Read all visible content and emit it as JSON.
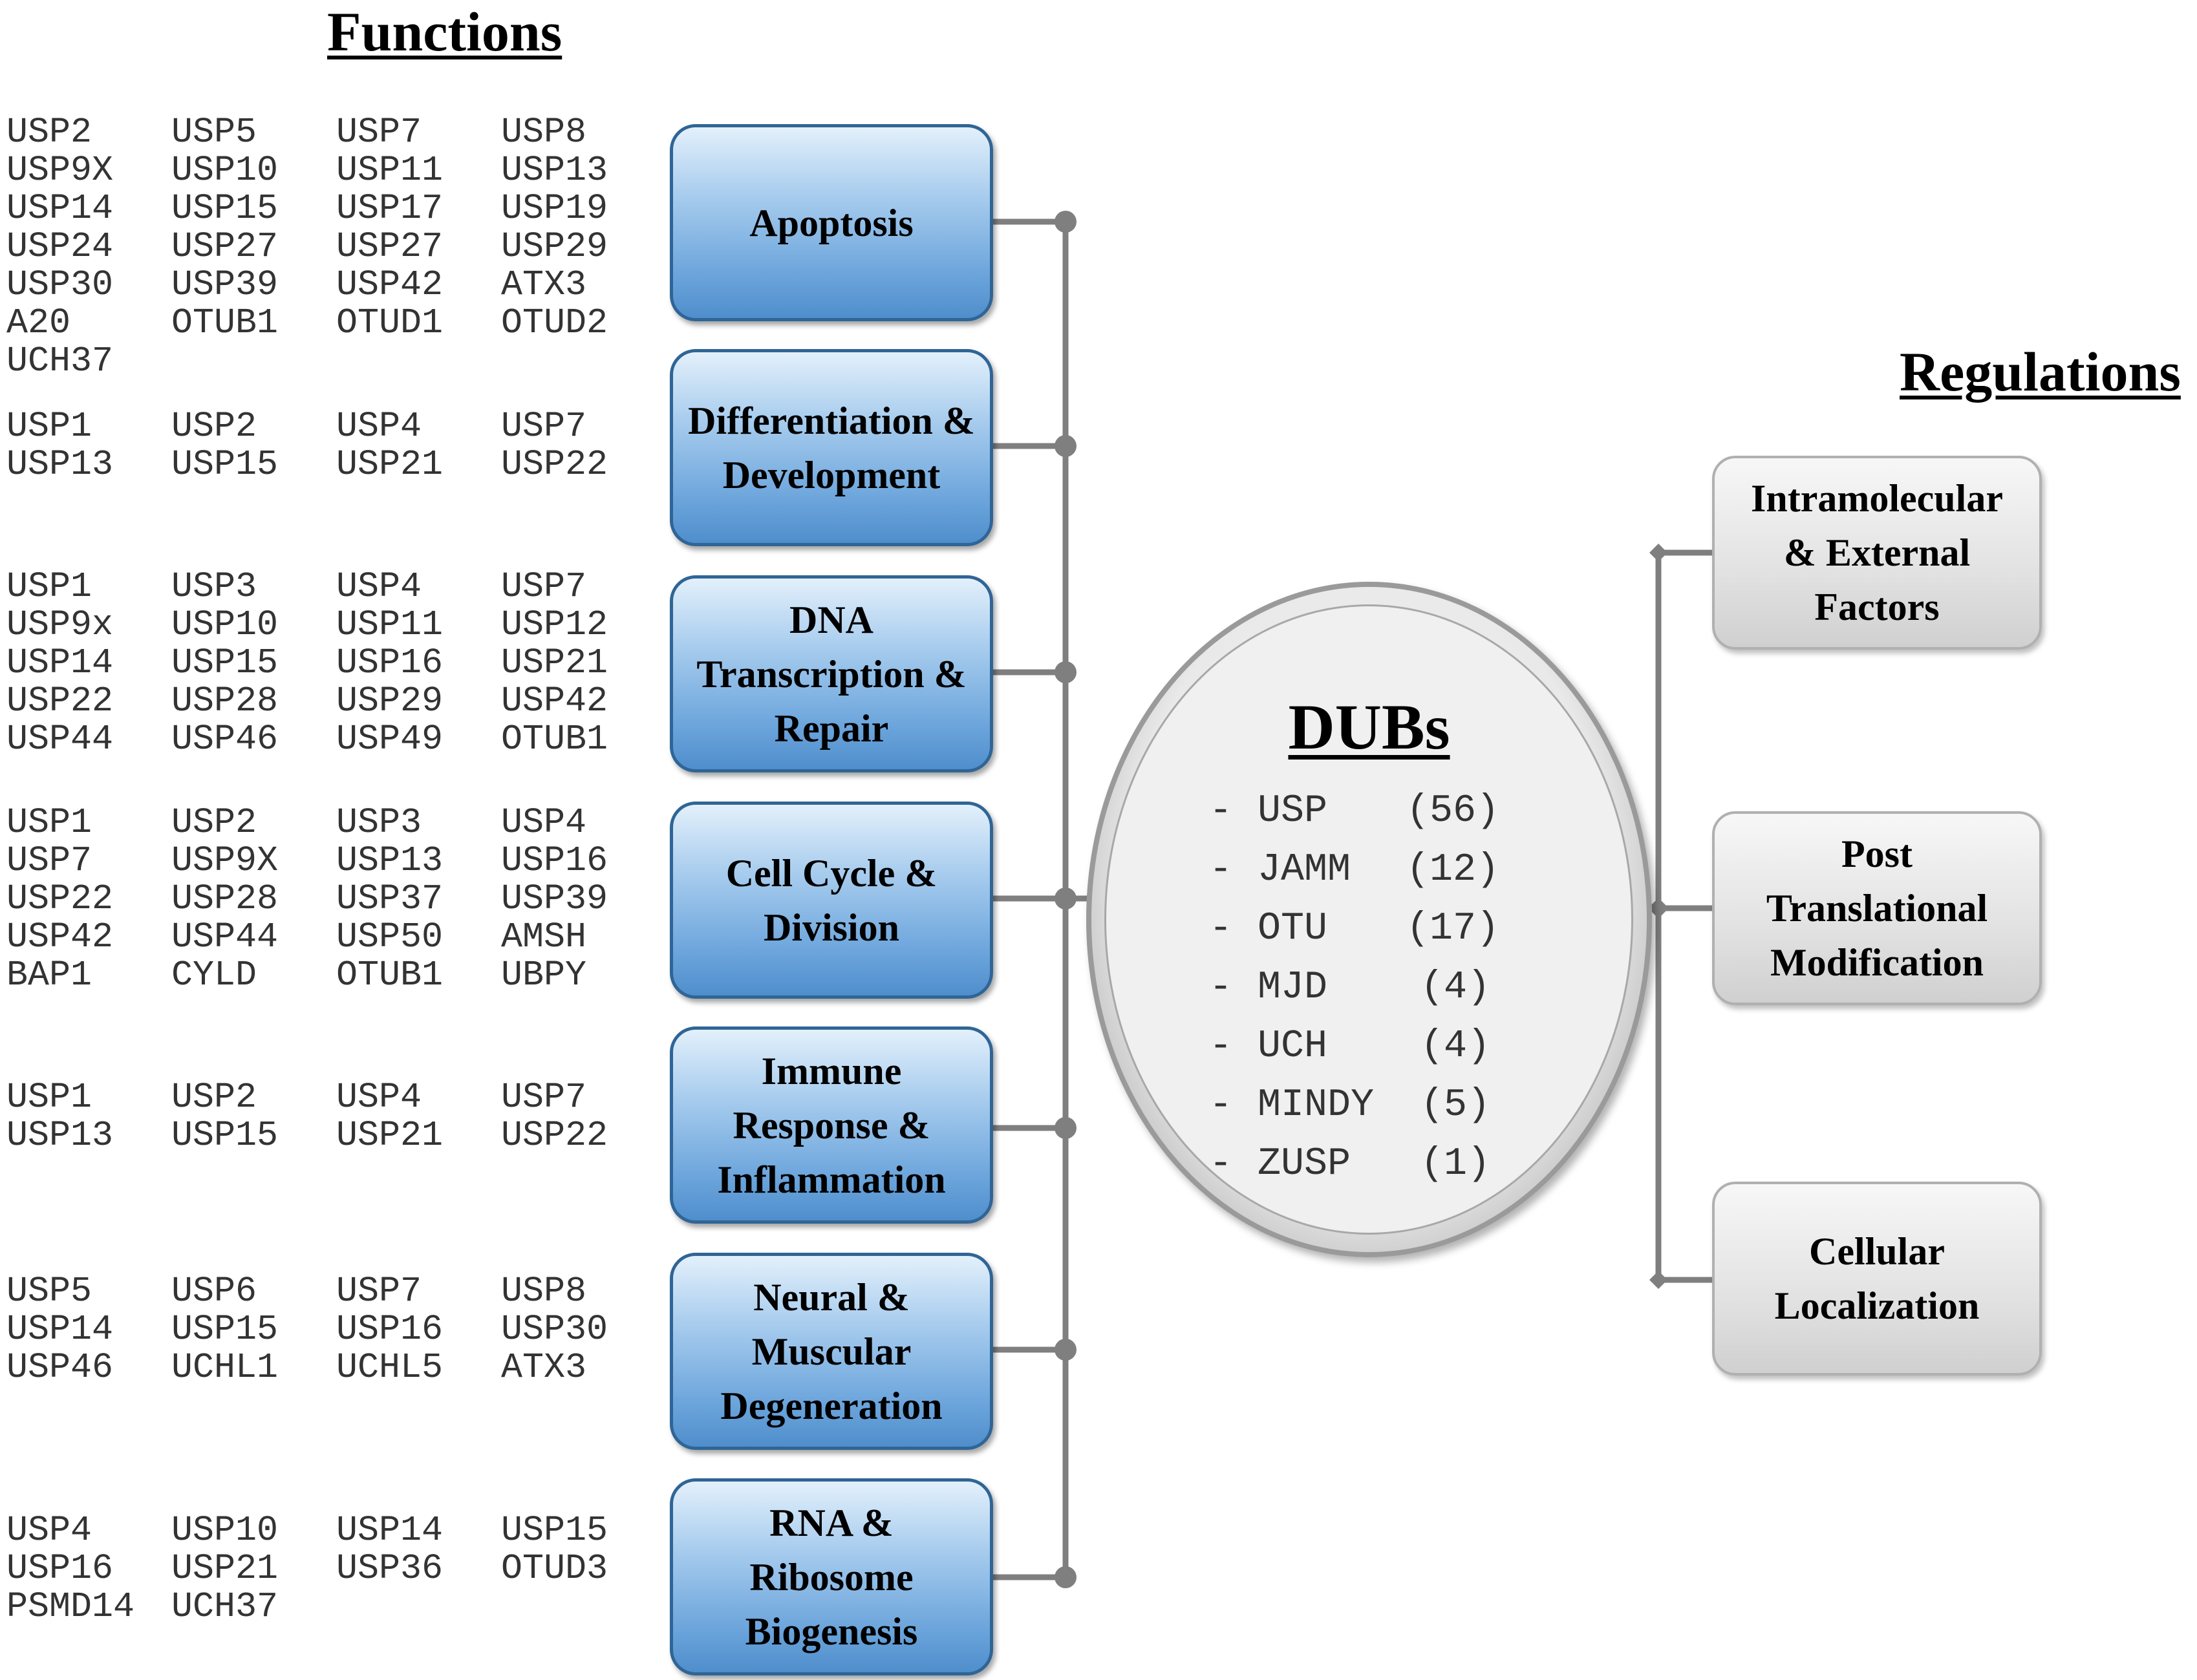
{
  "functions_heading": "Functions",
  "regulations_heading": "Regulations",
  "functions": [
    {
      "label": "Apoptosis",
      "genes": [
        "USP2",
        "USP5",
        "USP7",
        "USP8",
        "USP9X",
        "USP10",
        "USP11",
        "USP13",
        "USP14",
        "USP15",
        "USP17",
        "USP19",
        "USP24",
        "USP27",
        "USP27",
        "USP29",
        "USP30",
        "USP39",
        "USP42",
        "ATX3",
        "A20",
        "OTUB1",
        "OTUD1",
        "OTUD2",
        "UCH37"
      ]
    },
    {
      "label": "Differentiation &\nDevelopment",
      "genes": [
        "USP1",
        "USP2",
        "USP4",
        "USP7",
        "USP13",
        "USP15",
        "USP21",
        "USP22"
      ]
    },
    {
      "label": "DNA\nTranscription &\nRepair",
      "genes": [
        "USP1",
        "USP3",
        "USP4",
        "USP7",
        "USP9x",
        "USP10",
        "USP11",
        "USP12",
        "USP14",
        "USP15",
        "USP16",
        "USP21",
        "USP22",
        "USP28",
        "USP29",
        "USP42",
        "USP44",
        "USP46",
        "USP49",
        "OTUB1"
      ]
    },
    {
      "label": "Cell Cycle &\nDivision",
      "genes": [
        "USP1",
        "USP2",
        "USP3",
        "USP4",
        "USP7",
        "USP9X",
        "USP13",
        "USP16",
        "USP22",
        "USP28",
        "USP37",
        "USP39",
        "USP42",
        "USP44",
        "USP50",
        "AMSH",
        "BAP1",
        "CYLD",
        "OTUB1",
        "UBPY"
      ]
    },
    {
      "label": "Immune\nResponse &\nInflammation",
      "genes": [
        "USP1",
        "USP2",
        "USP4",
        "USP7",
        "USP13",
        "USP15",
        "USP21",
        "USP22"
      ]
    },
    {
      "label": "Neural &\nMuscular\nDegeneration",
      "genes": [
        "USP5",
        "USP6",
        "USP7",
        "USP8",
        "USP14",
        "USP15",
        "USP16",
        "USP30",
        "USP46",
        "UCHL1",
        "UCHL5",
        "ATX3"
      ]
    },
    {
      "label": "RNA &\nRibosome\nBiogenesis",
      "genes": [
        "USP4",
        "USP10",
        "USP14",
        "USP15",
        "USP16",
        "USP21",
        "USP36",
        "OTUD3",
        "PSMD14",
        "UCH37"
      ]
    }
  ],
  "dubs": {
    "title": "DUBs",
    "items": [
      {
        "dash": "-",
        "name": "USP",
        "count": "(56)"
      },
      {
        "dash": "-",
        "name": "JAMM",
        "count": "(12)"
      },
      {
        "dash": "-",
        "name": "OTU",
        "count": "(17)"
      },
      {
        "dash": "-",
        "name": "MJD",
        "count": "(4)"
      },
      {
        "dash": "-",
        "name": "UCH",
        "count": "(4)"
      },
      {
        "dash": "-",
        "name": "MINDY",
        "count": "(5)"
      },
      {
        "dash": "-",
        "name": "ZUSP",
        "count": "(1)"
      }
    ]
  },
  "regulations": [
    {
      "label": "Intramolecular\n& External\nFactors"
    },
    {
      "label": "Post\nTranslational\nModification"
    },
    {
      "label": "Cellular\nLocalization"
    }
  ],
  "colors": {
    "connector": "#7f7f7f",
    "function_box": "#6fa7dd",
    "regulation_box": "#e2e2e2"
  }
}
